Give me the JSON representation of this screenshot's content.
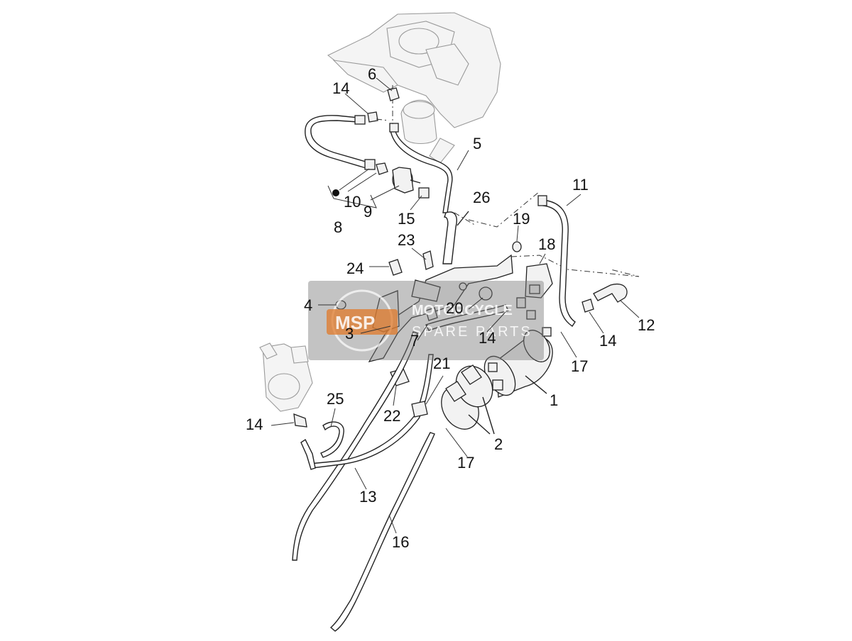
{
  "watermark": {
    "logo_text": "MSP",
    "line1": "MOTORCYCLE",
    "line2": "SPARE PARTS"
  },
  "labels": {
    "l1": "1",
    "l2": "2",
    "l3": "3",
    "l4": "4",
    "l5": "5",
    "l6": "6",
    "l7": "7",
    "l8": "8",
    "l9": "9",
    "l10": "10",
    "l11": "11",
    "l12": "12",
    "l13": "13",
    "l14a": "14",
    "l14b": "14",
    "l14c": "14",
    "l14d": "14",
    "l15": "15",
    "l16": "16",
    "l17a": "17",
    "l17b": "17",
    "l18": "18",
    "l19": "19",
    "l20": "20",
    "l21": "21",
    "l22": "22",
    "l23": "23",
    "l24": "24",
    "l25": "25",
    "l26": "26"
  }
}
